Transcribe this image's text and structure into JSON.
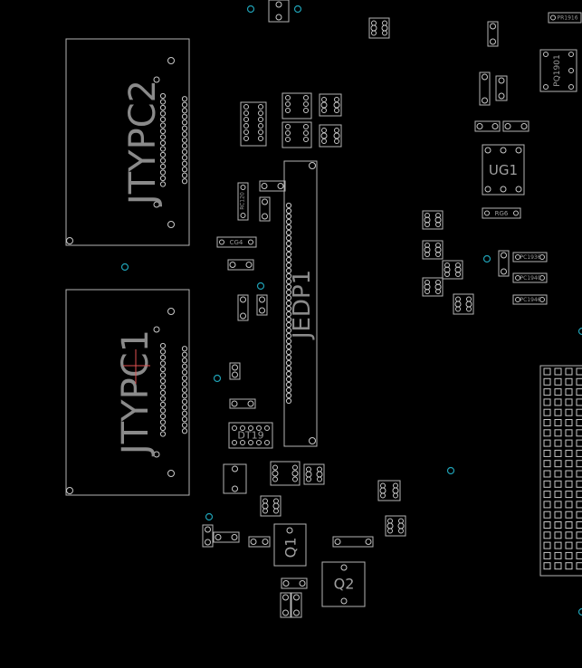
{
  "colors": {
    "background": "#000000",
    "silkscreen": "#b4b4b4",
    "via": "#1fa0b4",
    "marker": "#e05050"
  },
  "designators": {
    "jtypc2": "JTYPC2",
    "jtypc1": "JTYPC1",
    "jedp1": "JEDP1",
    "ug1": "UG1",
    "q1": "Q1",
    "q2": "Q2",
    "dt9": "DT19",
    "rg6": "RG6",
    "cg4": "CG4",
    "rc12": "RC120",
    "pq1901": "PQ1901",
    "pr1916": "PR1916",
    "pc1936": "PC1936",
    "pc1940": "PC1940",
    "pc1946": "PC1946"
  }
}
